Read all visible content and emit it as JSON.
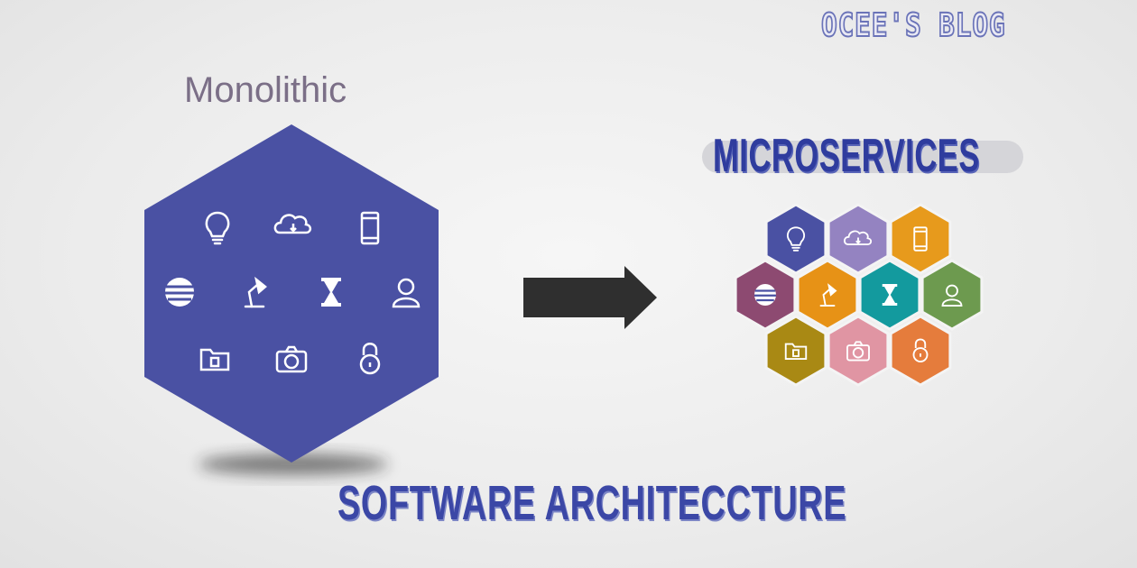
{
  "header": {
    "brand": "OCEE'S BLOG"
  },
  "diagram": {
    "left_title": "Monolithic",
    "right_title": "MICROSERVICES",
    "footer_title": "SOFTWARE ARCHITECCTURE",
    "colors": {
      "monolith": "#4a51a3",
      "arrow": "#2f2f2f",
      "micro_1": "#4a51a3",
      "micro_2": "#9483c1",
      "micro_3": "#e79a1c",
      "micro_4": "#8d4a71",
      "micro_5": "#e79216",
      "micro_6": "#139a9e",
      "micro_7": "#6d9a4f",
      "micro_8": "#a98914",
      "micro_9": "#e095a3",
      "micro_10": "#e57c3c"
    },
    "icons": [
      "lightbulb-icon",
      "cloud-icon",
      "phone-icon",
      "globe-icon",
      "lamp-icon",
      "hourglass-icon",
      "user-icon",
      "folder-icon",
      "camera-icon",
      "lock-icon"
    ]
  }
}
